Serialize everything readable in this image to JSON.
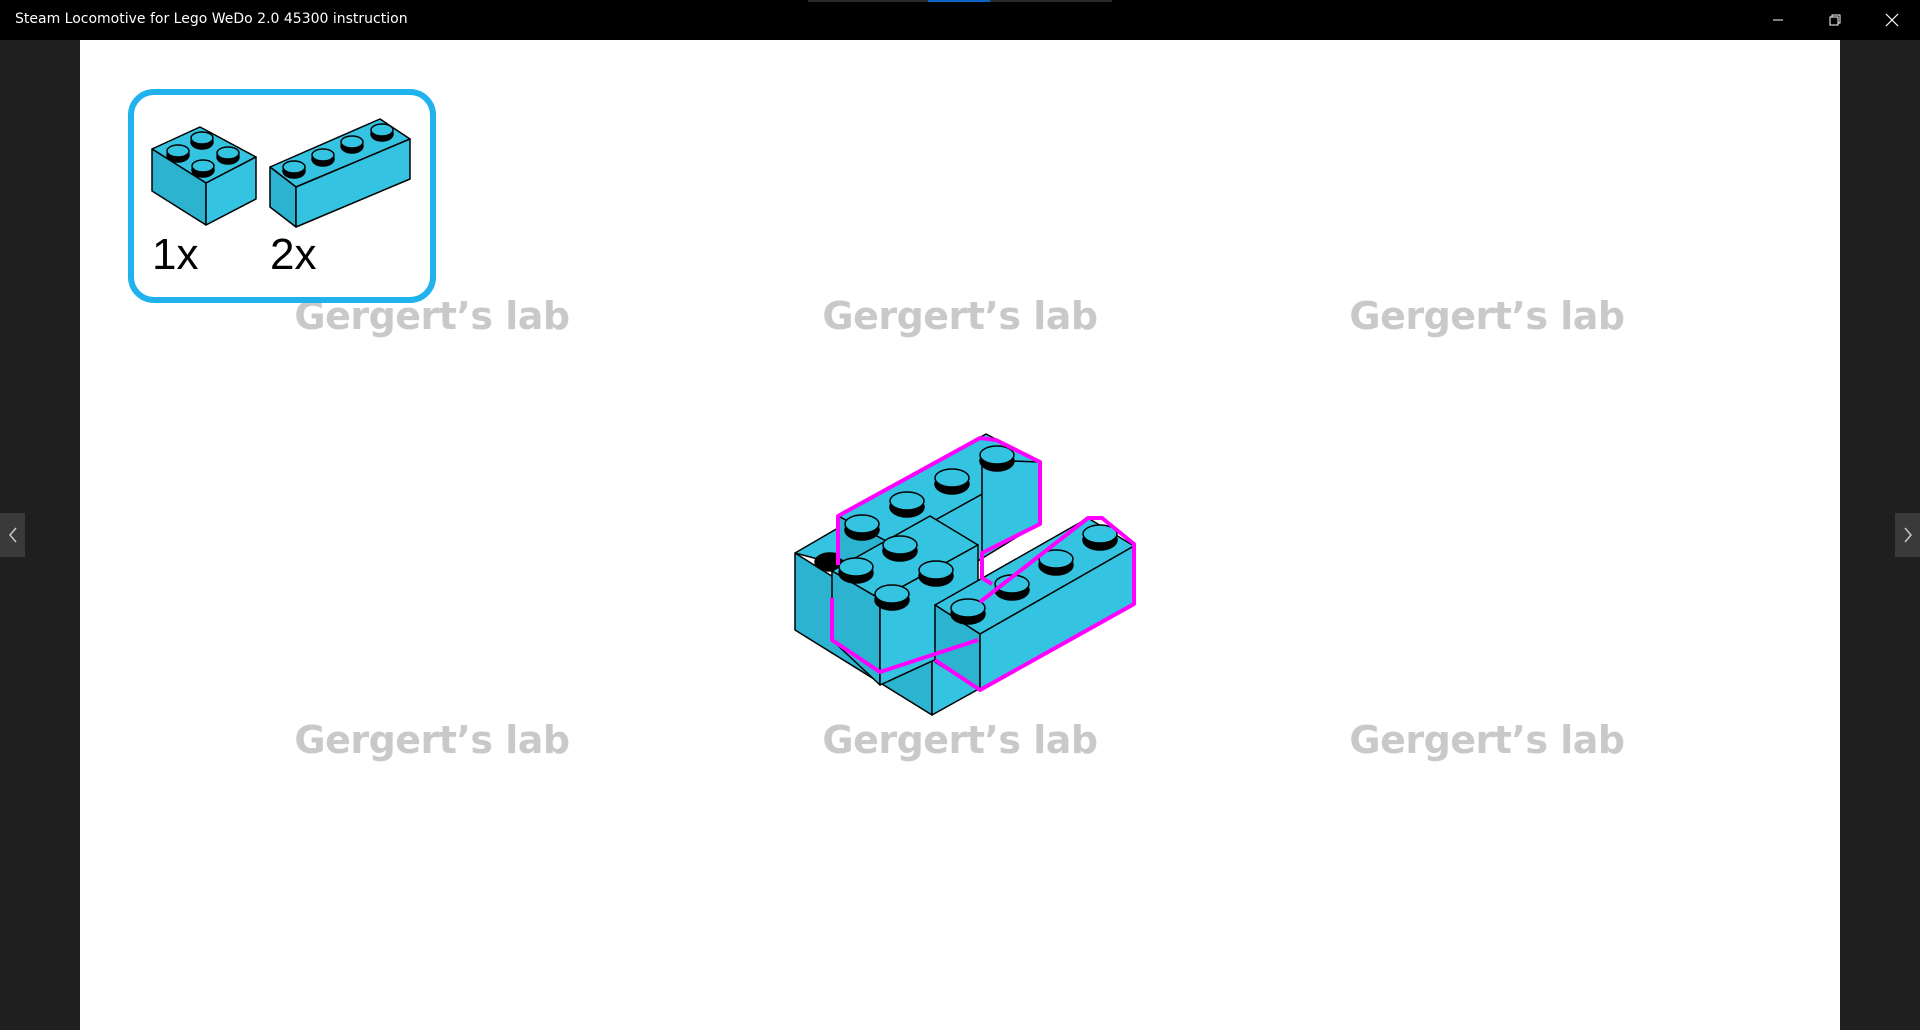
{
  "window": {
    "title": "Steam Locomotive for Lego WeDo 2.0 45300 instruction",
    "controls": [
      "minimize-icon",
      "restore-icon",
      "close-icon"
    ]
  },
  "navigation": {
    "previous_icon": "chevron-left-icon",
    "next_icon": "chevron-right-icon"
  },
  "instruction_page": {
    "parts_list": [
      {
        "part": "brick 2x2",
        "count": "1x"
      },
      {
        "part": "brick 1x4",
        "count": "2x"
      }
    ],
    "watermarks": [
      "Gergert’s lab",
      "Gergert’s lab",
      "Gergert’s lab",
      "Gergert’s lab",
      "Gergert’s lab",
      "Gergert’s lab"
    ],
    "colors": {
      "brick": "#34c3e0",
      "highlight_outline": "#ff00ff",
      "parts_frame": "#1fb2ec",
      "watermark": "#c9c9c9"
    }
  }
}
